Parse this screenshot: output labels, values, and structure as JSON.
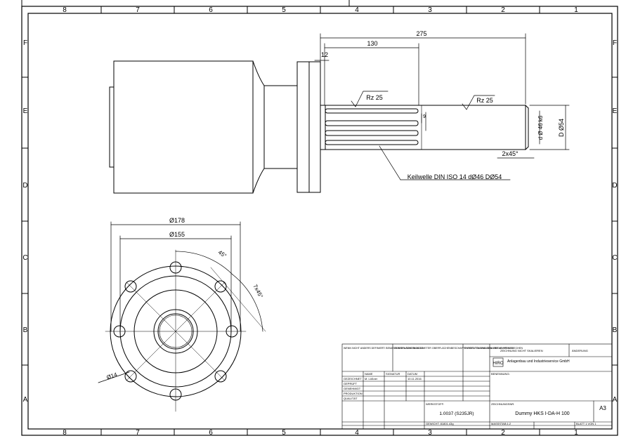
{
  "zones": {
    "cols": [
      "8",
      "7",
      "6",
      "5",
      "4",
      "3",
      "2",
      "1"
    ],
    "rows": [
      "F",
      "E",
      "D",
      "C",
      "B",
      "A"
    ]
  },
  "dims": {
    "d275": "275",
    "d130": "130",
    "d12": "12",
    "rz1": "Rz 25",
    "rz2": "Rz 25",
    "d9": "9",
    "fit": "d Ø 46 k6",
    "outer": "D Ø54",
    "chamfer": "2x45°",
    "spline": "Keilwelle DIN ISO 14 dØ46 DØ54",
    "d178": "Ø178",
    "d155": "Ø155",
    "a45": "45°",
    "a7x45": "7x45°",
    "hole": "Ø14"
  },
  "title_block": {
    "general_note": "WENN NICHT ANDERS DEFINIERT: BEMASSUNGEN SIND IN MILLIMETER OBERFLÄCHENBESCHAFFENHEIT: TOLERANZEN: LINEAR: WINKEL:",
    "surface": "OBERFLÄCHENGÜTE:",
    "edges": "ENTGRATEN UND SCHARFE KANTEN BRECHEN",
    "no_scale": "ZEICHNUNG NICHT SKALIEREN",
    "revision": "ÄNDERUNG",
    "logo": "HIRO",
    "company": "Anlagenbau und Industrieservice GmbH",
    "name_h": "NAME",
    "sig_h": "SIGNATUR",
    "date_h": "DATUM",
    "drawn": "GEZEICHNET",
    "drawn_name": "M. Lößner",
    "drawn_date": "10.11.2016",
    "checked": "GEPRÜFT",
    "approved": "GENEHMIGT",
    "production": "PRODUKTION",
    "quality": "QUALITÄT",
    "designation": "BENENNUNG:",
    "material_h": "WERKSTOFF:",
    "material": "1.0037 (S235JR)",
    "drawing_no_h": "ZEICHNUNGSNR.",
    "drawing_no": "Dummy  HKS I-DA-H 100",
    "size": "A3",
    "weight": "GEWICHT: 81801.43g",
    "scale": "MASSSTAB:1:2",
    "sheet": "BLATT 1 VON 1"
  }
}
